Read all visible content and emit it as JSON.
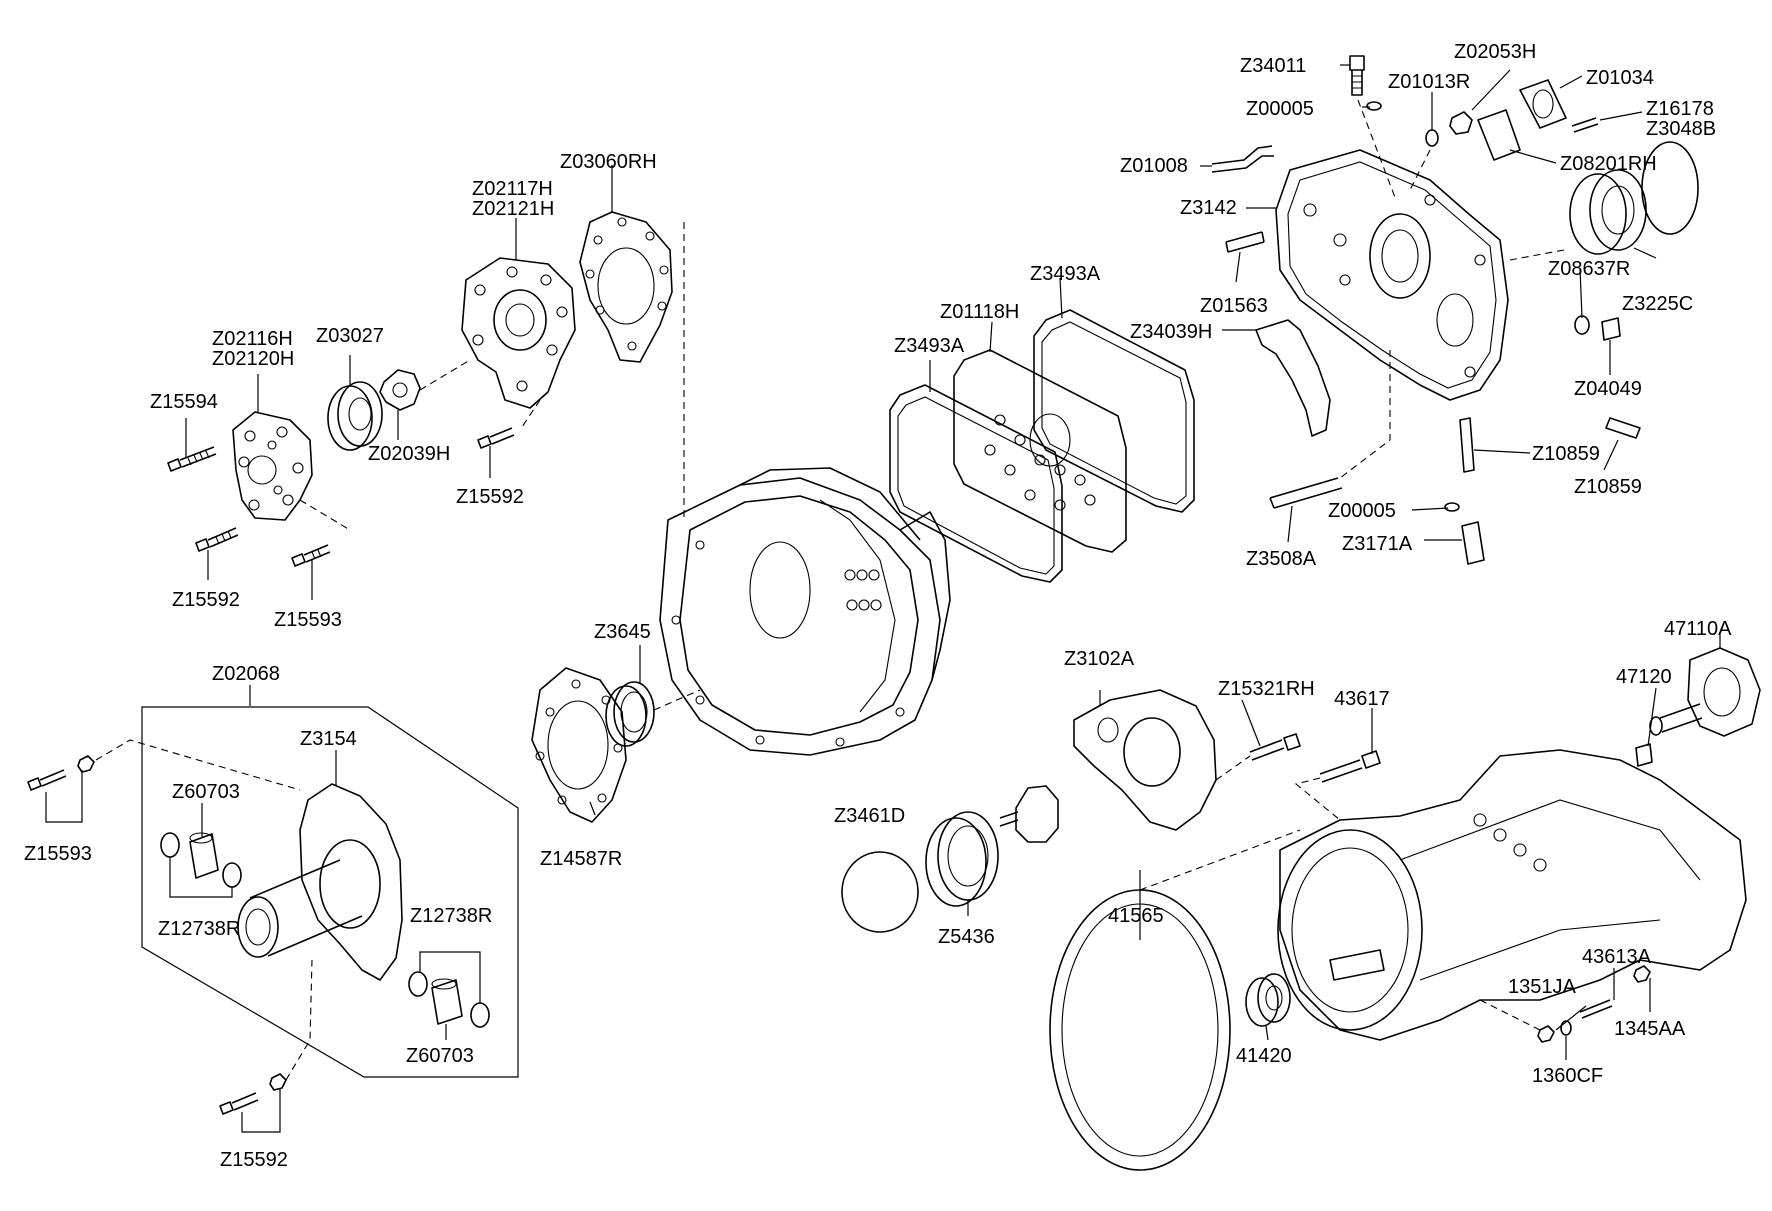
{
  "labels": {
    "z34011": "Z34011",
    "z02053h": "Z02053H",
    "z01013r": "Z01013R",
    "z01034": "Z01034",
    "z00005_top": "Z00005",
    "z16178": "Z16178",
    "z3048b": "Z3048B",
    "z01008": "Z01008",
    "z08201rh": "Z08201RH",
    "z3142": "Z3142",
    "z03060rh": "Z03060RH",
    "z02117h": "Z02117H",
    "z02121h": "Z02121H",
    "z3493a_top": "Z3493A",
    "z08637r": "Z08637R",
    "z3225c": "Z3225C",
    "z01563": "Z01563",
    "z01118h": "Z01118H",
    "z34039h": "Z34039H",
    "z02116h": "Z02116H",
    "z02120h": "Z02120H",
    "z03027": "Z03027",
    "z3493a_mid": "Z3493A",
    "z04049": "Z04049",
    "z15594": "Z15594",
    "z02039h": "Z02039H",
    "z10859_a": "Z10859",
    "z10859_b": "Z10859",
    "z15592_mid": "Z15592",
    "z00005_bot": "Z00005",
    "z3171a": "Z3171A",
    "z3508a": "Z3508A",
    "z15592_left": "Z15592",
    "z15593_left": "Z15593",
    "z3645": "Z3645",
    "z3102a": "Z3102A",
    "z47110a": "47110A",
    "z02068": "Z02068",
    "z47120": "47120",
    "z15321rh": "Z15321RH",
    "z43617": "43617",
    "z3154": "Z3154",
    "z60703_top": "Z60703",
    "z15593_bot": "Z15593",
    "z14587r": "Z14587R",
    "z3461d": "Z3461D",
    "z12738r_left": "Z12738R",
    "z12738r_right": "Z12738R",
    "z41565": "41565",
    "z5436": "Z5436",
    "z43613a": "43613A",
    "z1351ja": "1351JA",
    "z60703_bot": "Z60703",
    "z1345aa": "1345AA",
    "z41420": "41420",
    "z1360cf": "1360CF",
    "z15592_bot": "Z15592"
  }
}
